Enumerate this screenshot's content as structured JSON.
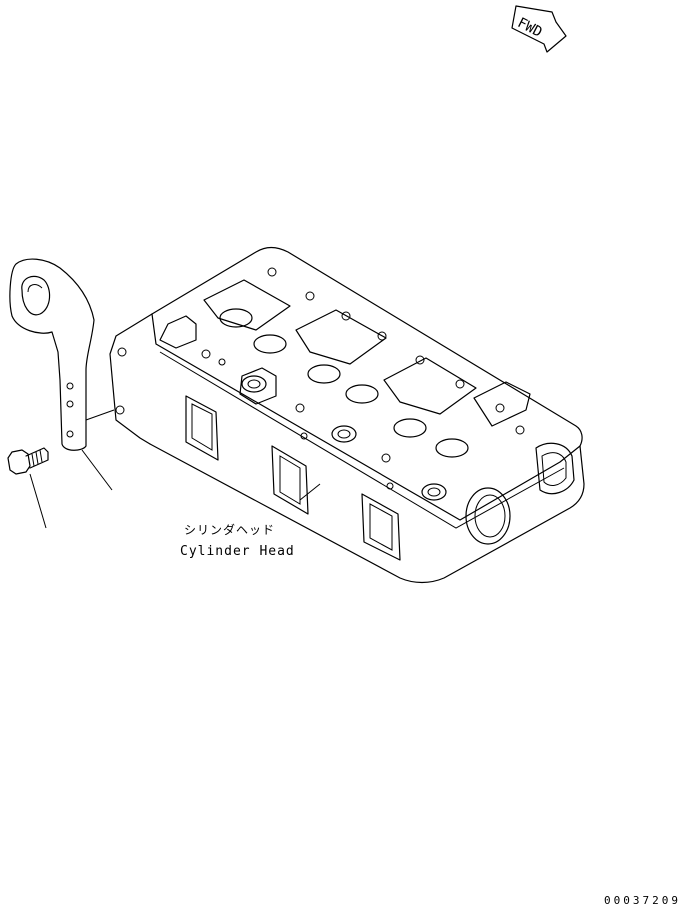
{
  "direction_marker": {
    "text": "FWD",
    "icon": "forward-arrow-icon"
  },
  "part": {
    "name_jp": "シリンダヘッド",
    "name_en": "Cylinder Head"
  },
  "drawing_number": "00037209",
  "colors": {
    "ink": "#000000",
    "paper": "#ffffff"
  }
}
